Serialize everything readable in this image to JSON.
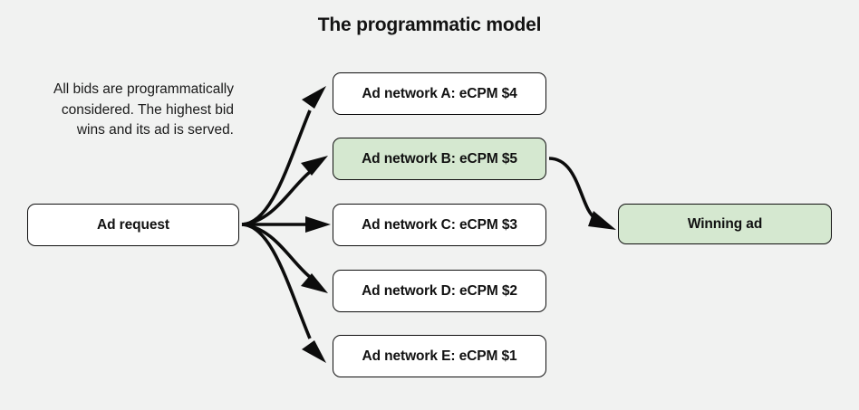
{
  "title": "The programmatic model",
  "caption": {
    "line1": "All bids are programmatically",
    "line2": "considered. The highest bid",
    "line3": "wins and its ad is served."
  },
  "colors": {
    "background": "#f1f2f1",
    "node_fill": "#ffffff",
    "highlight_fill": "#d5e8d0",
    "stroke": "#0c0c0c",
    "text": "#111111"
  },
  "nodes": {
    "request": {
      "label": "Ad request",
      "highlighted": false
    },
    "winner": {
      "label": "Winning ad",
      "highlighted": true
    },
    "networks": [
      {
        "label": "Ad network A: eCPM $4",
        "network": "A",
        "ecpm": 4,
        "highlighted": false
      },
      {
        "label": "Ad network B: eCPM $5",
        "network": "B",
        "ecpm": 5,
        "highlighted": true
      },
      {
        "label": "Ad network C: eCPM $3",
        "network": "C",
        "ecpm": 3,
        "highlighted": false
      },
      {
        "label": "Ad network D: eCPM $2",
        "network": "D",
        "ecpm": 2,
        "highlighted": false
      },
      {
        "label": "Ad network E: eCPM $1",
        "network": "E",
        "ecpm": 1,
        "highlighted": false
      }
    ]
  },
  "edges": [
    {
      "from": "Ad request",
      "to": "Ad network A: eCPM $4"
    },
    {
      "from": "Ad request",
      "to": "Ad network B: eCPM $5"
    },
    {
      "from": "Ad request",
      "to": "Ad network C: eCPM $3"
    },
    {
      "from": "Ad request",
      "to": "Ad network D: eCPM $2"
    },
    {
      "from": "Ad request",
      "to": "Ad network E: eCPM $1"
    },
    {
      "from": "Ad network B: eCPM $5",
      "to": "Winning ad"
    }
  ]
}
